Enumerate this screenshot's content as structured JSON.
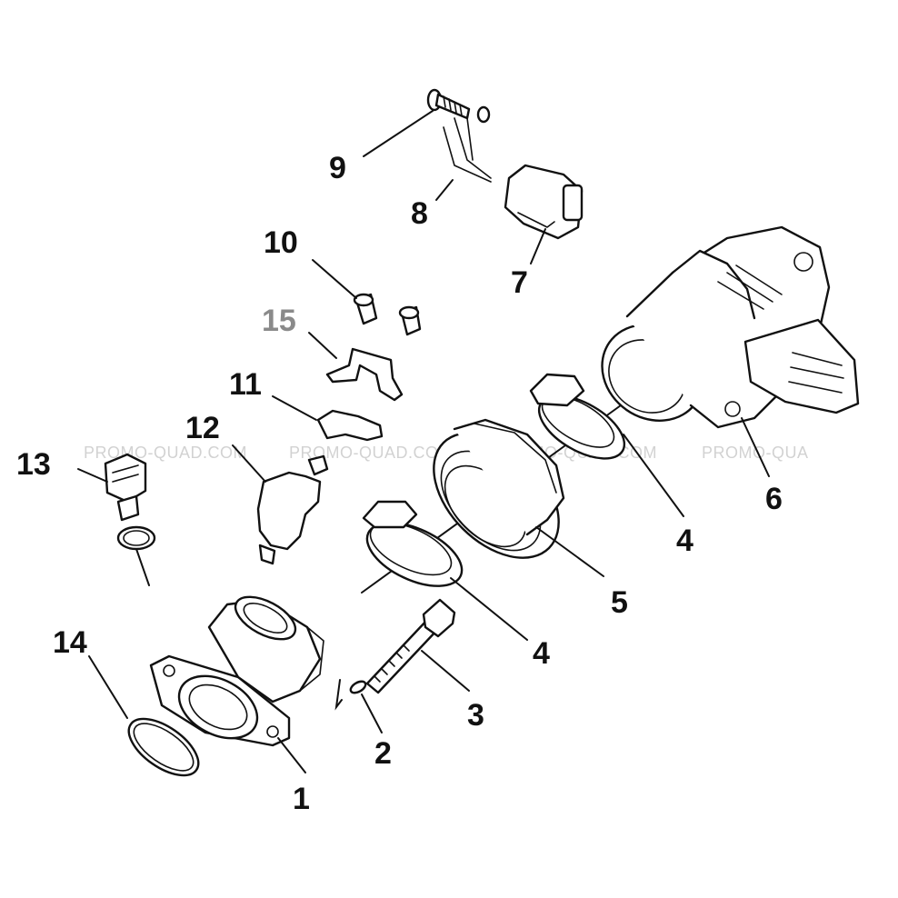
{
  "watermark": "PROMO-QUAD.COM",
  "watermark_cut": "PROMO-QUA",
  "callouts": {
    "c1": "1",
    "c2": "2",
    "c3": "3",
    "c4a": "4",
    "c4b": "4",
    "c5": "5",
    "c6": "6",
    "c7": "7",
    "c8": "8",
    "c9": "9",
    "c10": "10",
    "c11": "11",
    "c12": "12",
    "c13": "13",
    "c14": "14",
    "c15": "15"
  },
  "colors": {
    "ink": "#111111",
    "watermark": "#d2d2d2",
    "callout_15": "#8a8a8a"
  }
}
